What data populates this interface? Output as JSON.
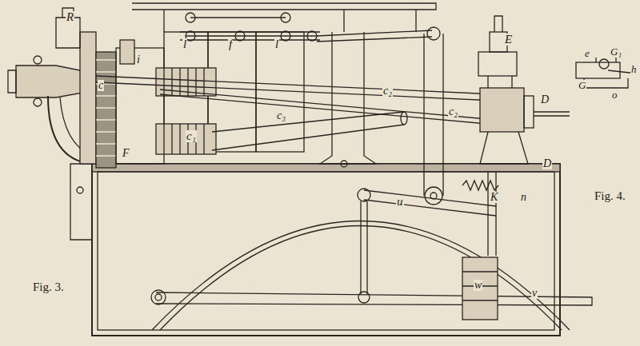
{
  "diagram": {
    "labels": [
      "R",
      "i",
      "l",
      "f",
      "l",
      "c",
      "c₁",
      "c₂",
      "c₂",
      "c₃",
      "F",
      "E",
      "D",
      "D",
      "u",
      "n",
      "K",
      "w",
      "v",
      "Fig. 3.",
      "e",
      "G₁",
      "G",
      "h",
      "o",
      "Fig. 4."
    ]
  }
}
